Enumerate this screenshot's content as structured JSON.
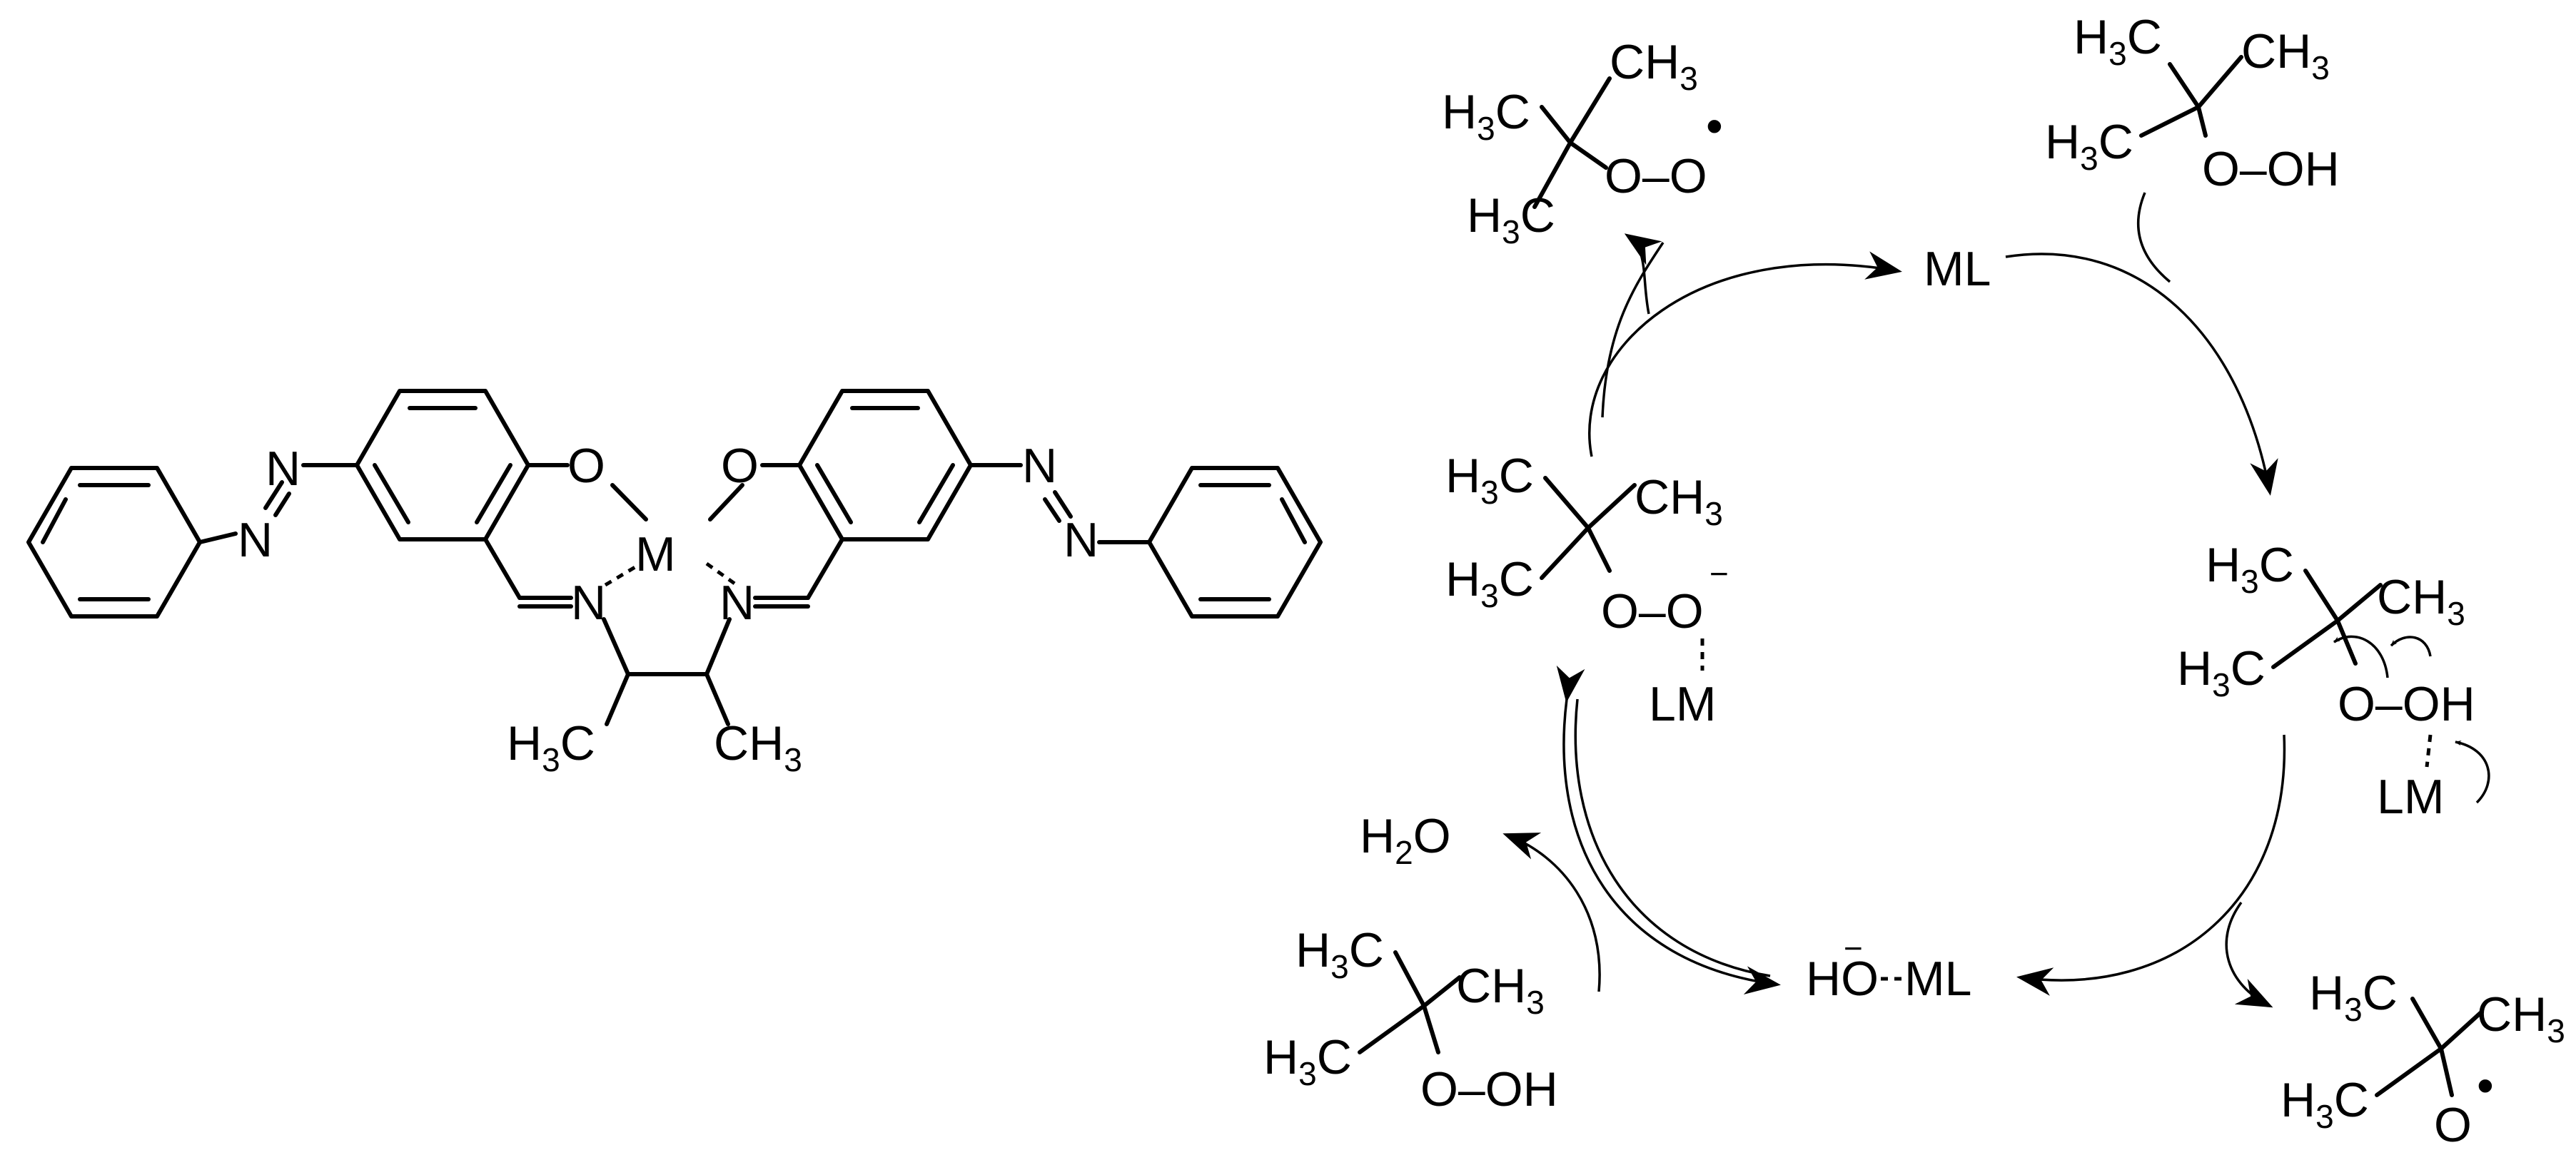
{
  "salen_complex": {
    "O_left": "O",
    "O_right": "O",
    "metal": "M",
    "N_imine_left": "N",
    "N_imine_right": "N",
    "N_azo_left_top": "N",
    "N_azo_left_bottom": "N",
    "N_azo_right_top": "N",
    "N_azo_right_bottom": "N",
    "methyl_left": {
      "main": "H",
      "sub": "3",
      "tail": "C"
    },
    "methyl_right": {
      "main": "CH",
      "sub": "3"
    }
  },
  "cycle": {
    "catalyst": "ML",
    "hydroxide_complex": {
      "ho": "HO",
      "minus": "−",
      "ml": "ML"
    },
    "water": {
      "h": "H",
      "sub": "2",
      "o": "O"
    },
    "tbhp_top": {
      "h3c_a": "H",
      "s3": "3",
      "c": "C",
      "ch3": "CH",
      "o_oh": "O–OH"
    },
    "tbhp_bottom": {
      "o_oh": "O–OH"
    },
    "peroxyl_radical": {
      "o_o": "O–O",
      "radical": "•"
    },
    "alkoxyl_radical": {
      "o": "O",
      "radical": "•"
    },
    "metal_peroxide": {
      "o_o": "O–O",
      "minus": "−",
      "lm": "LM"
    },
    "metal_tbhp_adduct": {
      "o_oh": "O–OH",
      "lm": "LM"
    }
  }
}
